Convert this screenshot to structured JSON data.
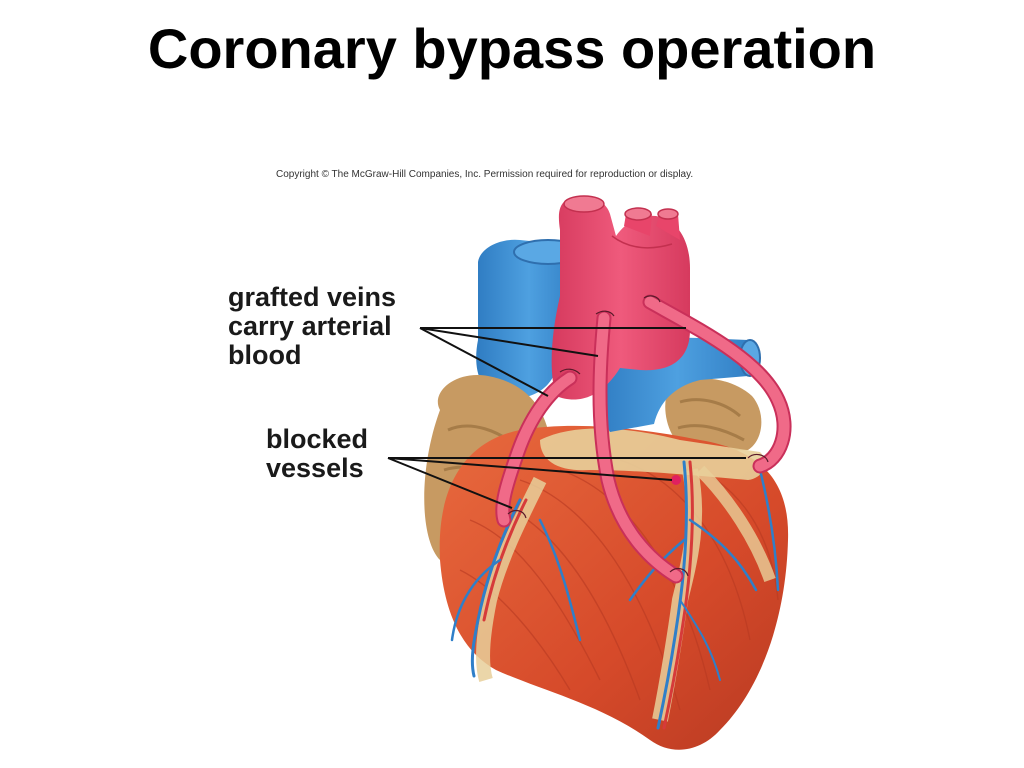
{
  "title": "Coronary bypass operation",
  "copyright": "Copyright © The McGraw-Hill Companies, Inc. Permission required for reproduction or display.",
  "labels": {
    "grafted": [
      "grafted veins",
      "carry arterial",
      "blood"
    ],
    "blocked": [
      "blocked",
      "vessels"
    ]
  },
  "colors": {
    "aorta": "#e8456a",
    "vena_cava": "#3e8fd0",
    "muscle": "#d9502e",
    "fat": "#c9a06a",
    "graft": "#ee5a78",
    "vein": "#2f7fc9"
  }
}
